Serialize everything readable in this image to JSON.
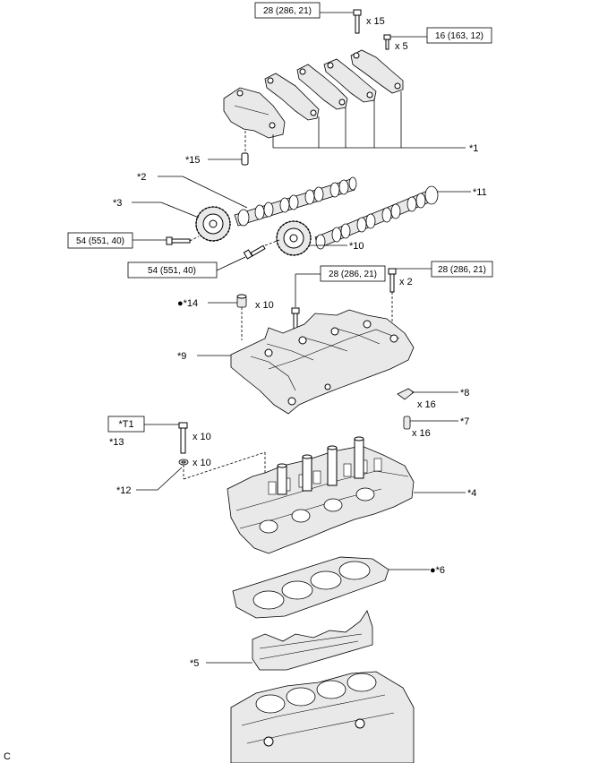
{
  "torque_specs": [
    "28 (286, 21)",
    "16 (163, 12)",
    "54 (551, 40)",
    "54 (551, 40)",
    "28 (286, 21)",
    "28 (286, 21)"
  ],
  "callouts": {
    "c1": "*1",
    "c2": "*2",
    "c3": "*3",
    "c4": "*4",
    "c5": "*5",
    "c6": "●*6",
    "c7": "*7",
    "c8": "*8",
    "c9": "*9",
    "c10": "*10",
    "c11": "*11",
    "c12": "*12",
    "c13": "*13",
    "c14": "●*14",
    "c15": "*15",
    "t1": "*T1"
  },
  "quantities": {
    "q15": "x 15",
    "q5": "x 5",
    "q10a": "x 10",
    "q2": "x 2",
    "q16a": "x 16",
    "q16b": "x 16",
    "q10b": "x 10",
    "q10c": "x 10"
  },
  "corner_code": "C"
}
